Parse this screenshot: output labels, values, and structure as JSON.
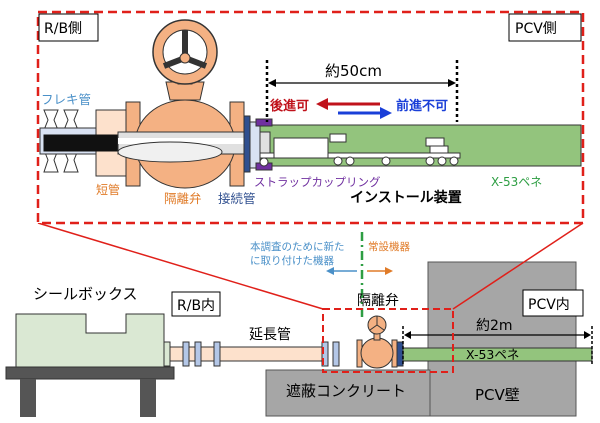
{
  "detail": {
    "rb_side": "R/B側",
    "pcv_side": "PCV側",
    "dimension": "約50cm",
    "backward_ok": "後進可",
    "forward_ng": "前進不可",
    "flexible_pipe": "フレキ管",
    "short_pipe": "短管",
    "isolation_valve": "隔離弁",
    "connecting_pipe": "接続管",
    "strap_coupling": "ストラップカップリング",
    "install_device": "インストール装置",
    "penetration": "X-53ペネ"
  },
  "overview": {
    "new_equipment_note_1": "本調査のために新た",
    "new_equipment_note_2": "に取り付けた機器",
    "permanent_equipment": "常設機器",
    "seal_box": "シールボックス",
    "rb_inside": "R/B内",
    "extension_pipe": "延長管",
    "isolation_valve": "隔離弁",
    "pcv_inside": "PCV内",
    "distance": "約2m",
    "penetration": "X-53ペネ",
    "shield_concrete": "遮蔽コンクリート",
    "pcv_wall": "PCV壁"
  },
  "colors": {
    "frame_red": "#e0201a",
    "arrow_red": "#c0121b",
    "arrow_blue": "#1a3fd8",
    "penetration_green": "#93c47d",
    "valve_orange": "#f4b183",
    "pipe_peach": "#fde1cc",
    "seal_box_green": "#dae8d3",
    "concrete_gray": "#a6a6a6",
    "pipe_connector_navy": "#2f4f8f",
    "strap_purple": "#7030a0",
    "blue_label": "#4a90c8",
    "orange_label": "#e07b28",
    "green_label": "#2e9e43"
  }
}
